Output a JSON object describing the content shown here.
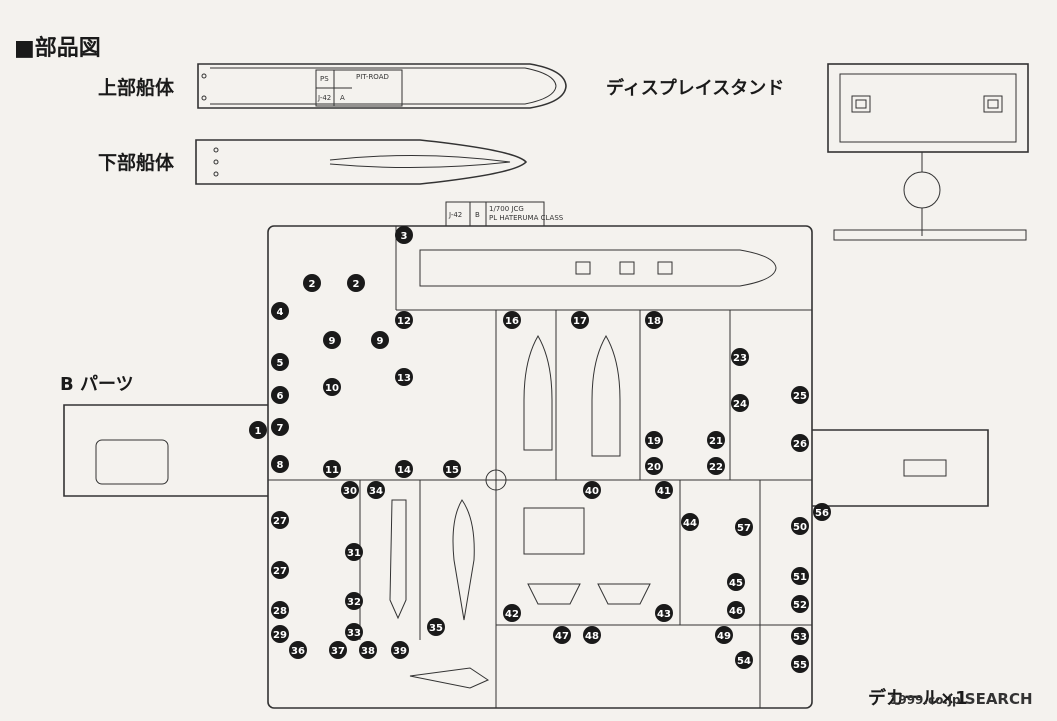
{
  "labels": {
    "title": "■部品図",
    "upper_hull": "上部船体",
    "lower_hull": "下部船体",
    "display_stand": "ディスプレイスタンド",
    "b_parts": "B パーツ",
    "decal": "デカール×1"
  },
  "hull_tag": {
    "ps": "PS",
    "code": "J-42",
    "letter": "A",
    "brand": "PIT-ROAD"
  },
  "runner_tag": {
    "code": "J-42",
    "letter": "B",
    "line1": "1/700 JCG",
    "line2": "PL HATERUMA CLASS"
  },
  "watermark": {
    "brand": "1999.co.jp",
    "text": "SEARCH"
  },
  "part_numbers": [
    "1",
    "2",
    "2",
    "3",
    "4",
    "5",
    "6",
    "7",
    "8",
    "9",
    "9",
    "10",
    "11",
    "12",
    "13",
    "14",
    "15",
    "16",
    "17",
    "18",
    "19",
    "20",
    "21",
    "22",
    "23",
    "24",
    "25",
    "26",
    "27",
    "27",
    "28",
    "29",
    "30",
    "31",
    "32",
    "33",
    "34",
    "35",
    "36",
    "37",
    "38",
    "39",
    "40",
    "41",
    "42",
    "43",
    "44",
    "45",
    "46",
    "47",
    "48",
    "49",
    "50",
    "51",
    "52",
    "53",
    "54",
    "55",
    "56",
    "57"
  ]
}
